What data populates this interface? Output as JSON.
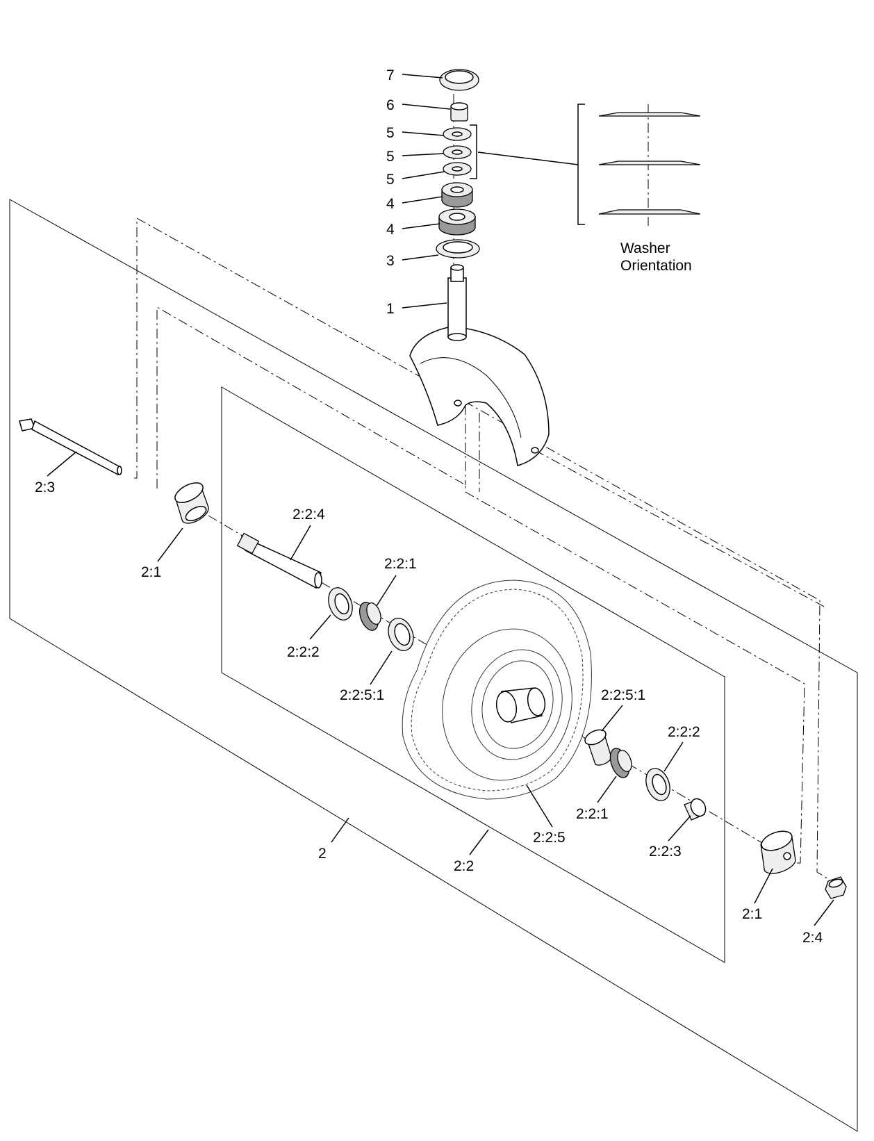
{
  "callouts": {
    "c7": "7",
    "c6": "6",
    "c5a": "5",
    "c5b": "5",
    "c5c": "5",
    "c4a": "4",
    "c4b": "4",
    "c3": "3",
    "c1": "1",
    "c2_3": "2:3",
    "c2_1_left": "2:1",
    "c2_2_4": "2:2:4",
    "c2_2_1_left": "2:2:1",
    "c2_2_2_left": "2:2:2",
    "c2_2_5_1_left": "2:2:5:1",
    "c2_2_5_1_right": "2:2:5:1",
    "c2_2_2_right": "2:2:2",
    "c2_2_1_right": "2:2:1",
    "c2_2_5": "2:2:5",
    "c2_2_3": "2:2:3",
    "c2": "2",
    "c2_2": "2:2",
    "c2_1_right": "2:1",
    "c2_4": "2:4"
  },
  "washer_note": {
    "line1": "Washer",
    "line2": "Orientation"
  }
}
